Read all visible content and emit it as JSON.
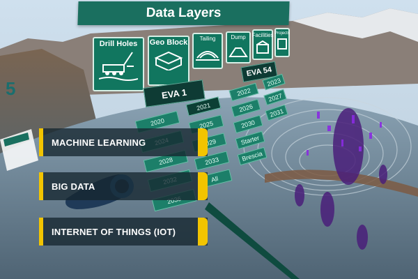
{
  "panel": {
    "title": "Data Layers"
  },
  "layers": [
    {
      "label": "Drill Holes",
      "icon": "drill-rig-icon"
    },
    {
      "label": "Geo Block",
      "icon": "geo-block-icon"
    },
    {
      "label": "Tailing",
      "icon": "tailing-icon"
    },
    {
      "label": "Dump",
      "icon": "dump-icon"
    },
    {
      "label": "Facilities",
      "icon": "facilities-icon"
    },
    {
      "label": "Projects",
      "icon": "projects-icon"
    }
  ],
  "eva": {
    "left_label": "EVA 1",
    "right_label": "EVA 54"
  },
  "years": {
    "col1": [
      "2020",
      "2024",
      "2028",
      "2032",
      "2036"
    ],
    "col2": [
      "2021",
      "2025",
      "2029",
      "2033",
      "All"
    ],
    "col3": [
      "2022",
      "2026",
      "2030",
      "Starter",
      "Brescia"
    ],
    "col4": [
      "2023",
      "2027",
      "2031"
    ]
  },
  "menu": [
    {
      "label": "MACHINE LEARNING"
    },
    {
      "label": "BIG DATA"
    },
    {
      "label": "INTERNET OF THINGS (IOT)"
    }
  ],
  "side_number": "5",
  "colors": {
    "panel_green": "#1a6f5f",
    "accent_yellow": "#f2c400",
    "menu_bg": "#162630"
  }
}
